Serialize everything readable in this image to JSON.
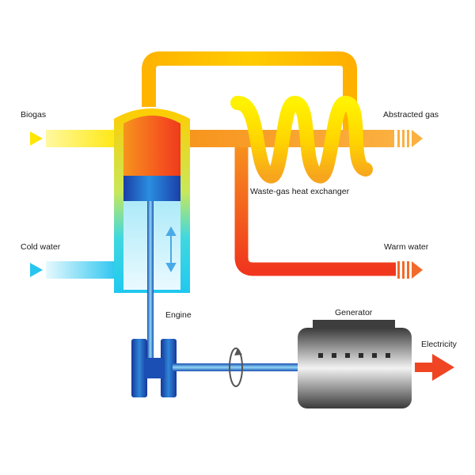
{
  "labels": {
    "biogas": "Biogas",
    "abstracted_gas": "Abstracted gas",
    "waste_gas_heat_exchanger": "Waste-gas heat exchanger",
    "cold_water": "Cold water",
    "warm_water": "Warm water",
    "engine": "Engine",
    "generator": "Generator",
    "electricity": "Electricity"
  },
  "colors": {
    "hot_red": "#f0371e",
    "hot_orange": "#f7941d",
    "warm_yellow": "#fff200",
    "water_cyan": "#27c4f0",
    "engine_blue": "#1b4fb3",
    "generator_gray": "#5a5a5a",
    "electricity_red": "#f04523"
  },
  "icons": [
    "biogas-inlet-arrow",
    "gas-outlet-arrow",
    "cold-water-inlet-arrow",
    "warm-water-outlet-arrow",
    "piston-motion-double-arrow",
    "shaft-rotation-icon",
    "electricity-output-arrow"
  ]
}
